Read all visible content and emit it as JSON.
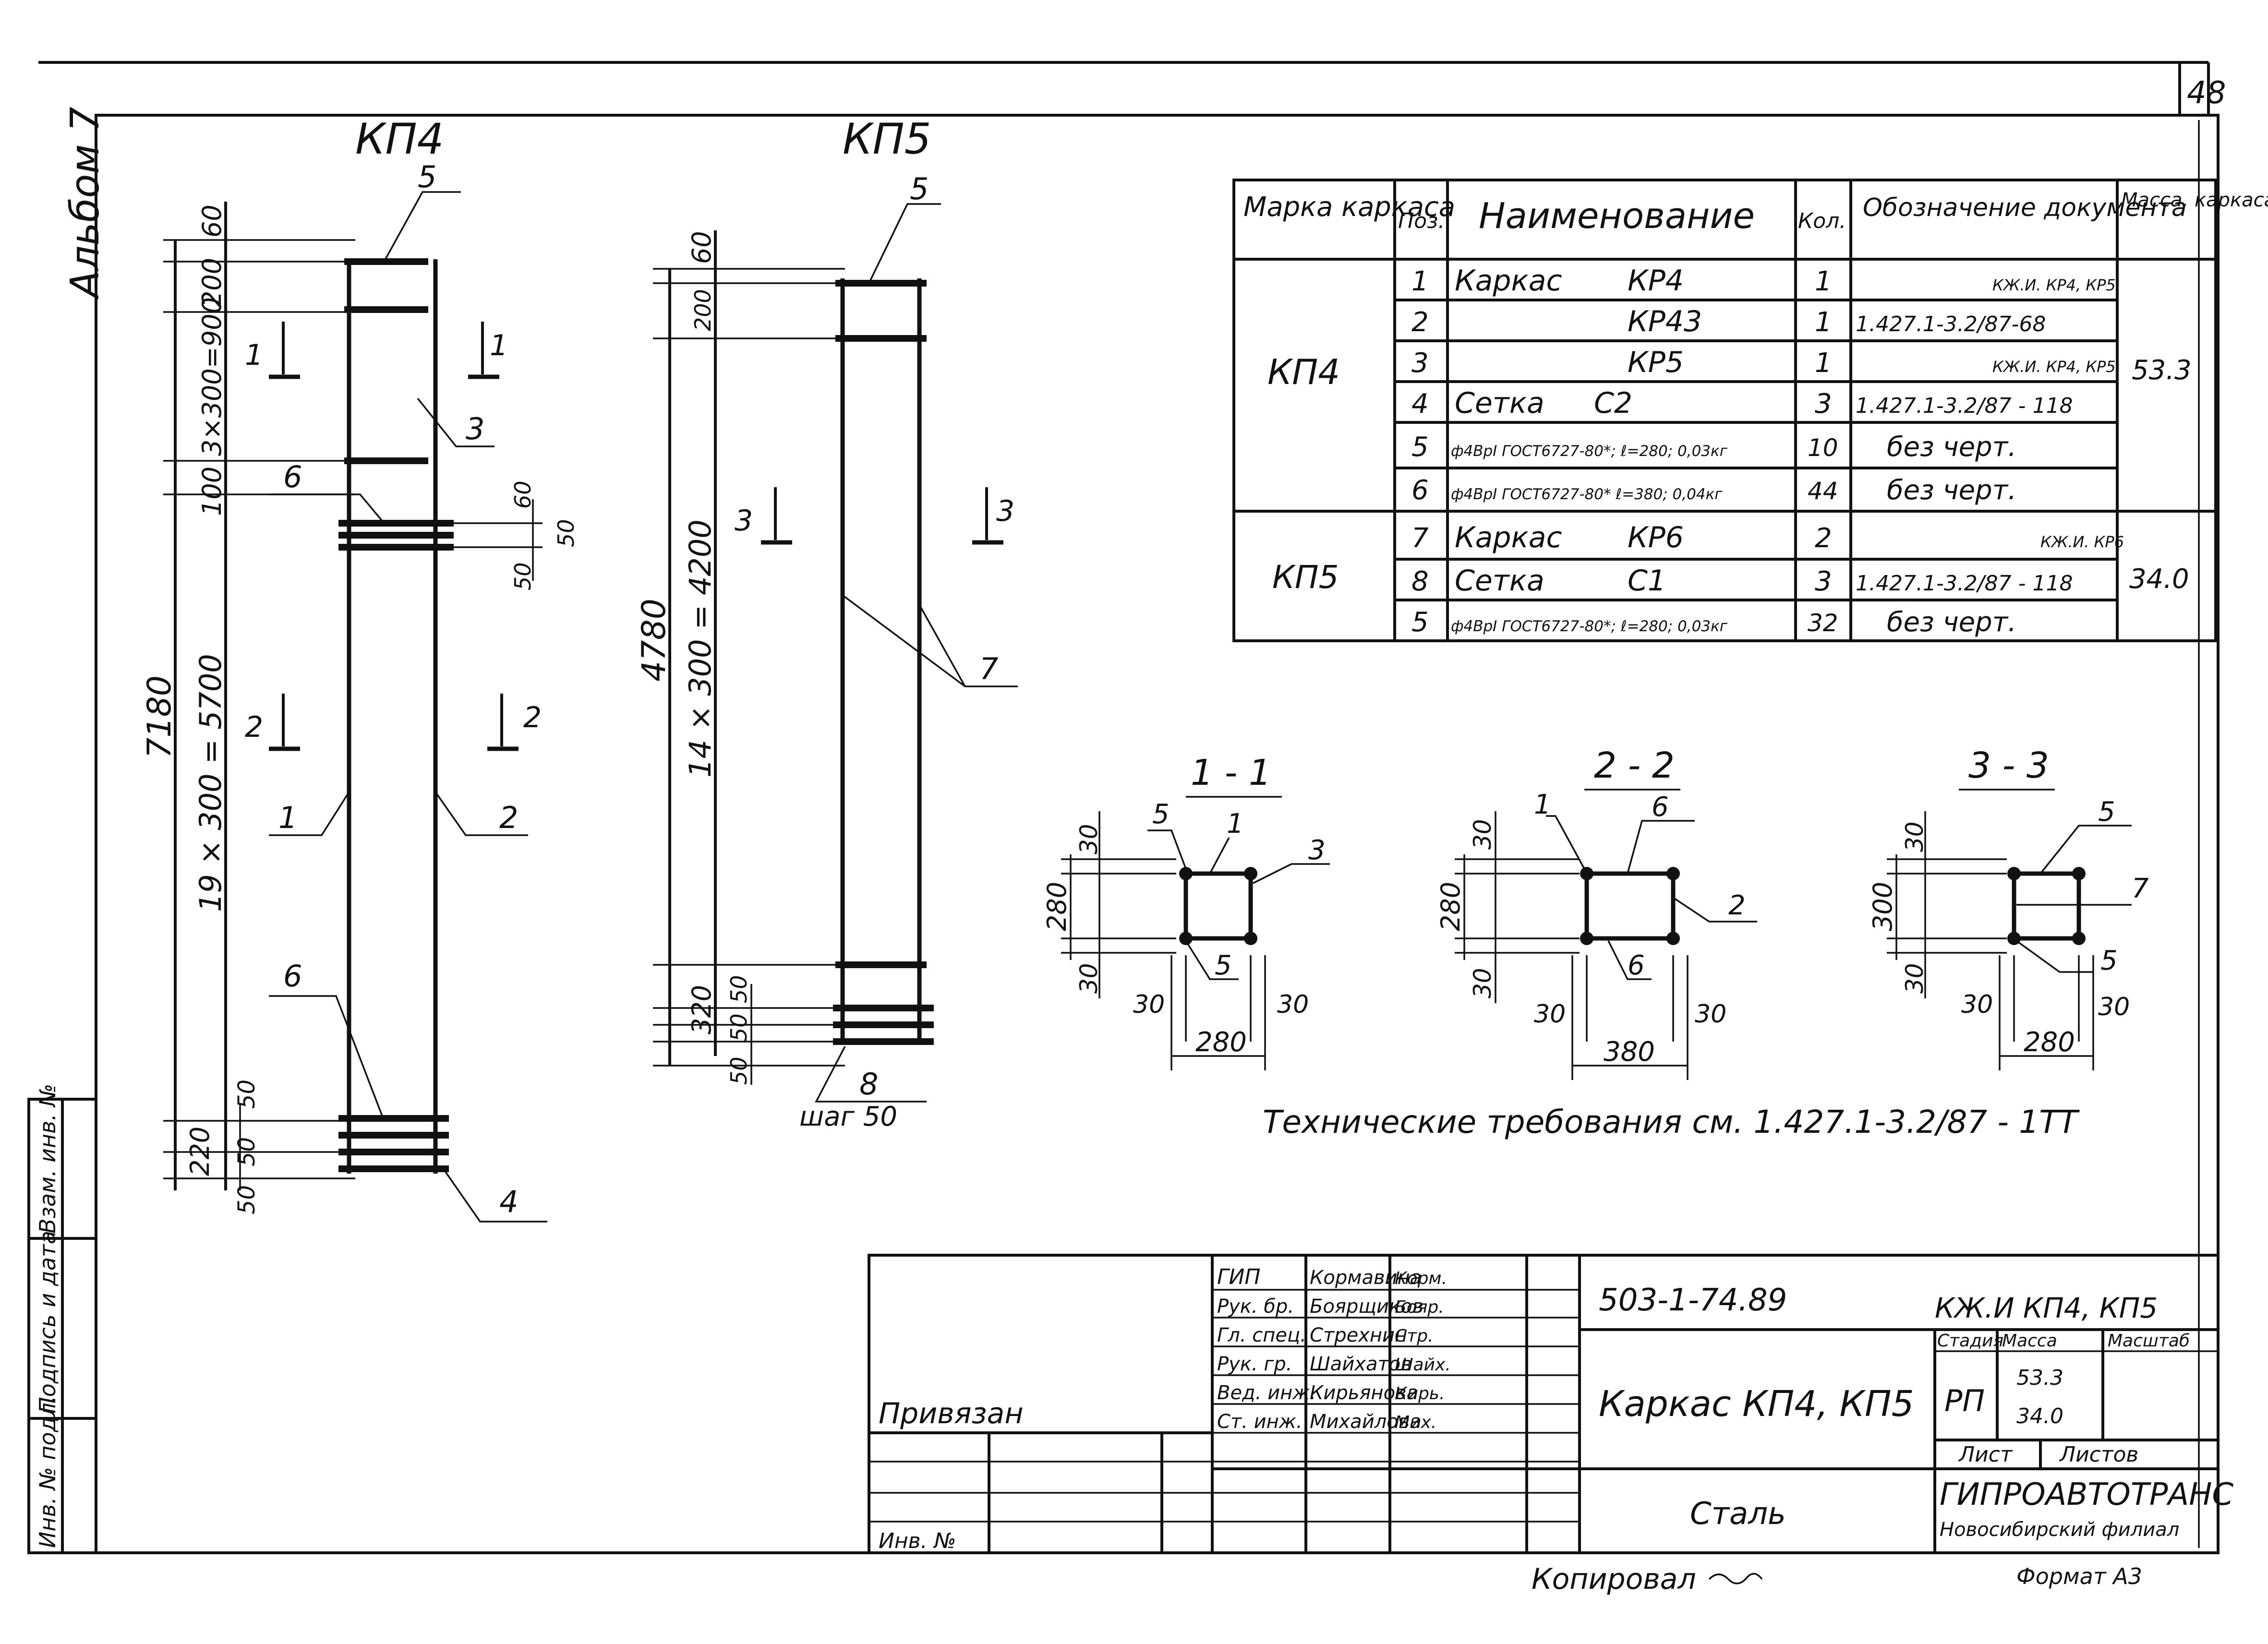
{
  "sheet": {
    "number": "48",
    "album": "Альбом 7",
    "copied": "Копировал",
    "format": "Формат А3",
    "tech_req": "Технические требования см. 1.427.1-3.2/87 - 1ТТ"
  },
  "kp4": {
    "title": "КП4",
    "dims": [
      "60",
      "200",
      "3×300=900",
      "100",
      "19 × 300 = 5700",
      "220",
      "50",
      "50",
      "50"
    ],
    "total": "7180",
    "side_dims": [
      "60",
      "50",
      "50"
    ],
    "callouts": [
      "5",
      "3",
      "6",
      "6",
      "1",
      "2",
      "4"
    ],
    "sections": [
      "1",
      "1",
      "2",
      "2"
    ]
  },
  "kp5": {
    "title": "КП5",
    "dims": [
      "60",
      "200",
      "14 × 300 = 4200",
      "320",
      "50",
      "50",
      "50"
    ],
    "total": "4780",
    "callouts": [
      "5",
      "7",
      "8"
    ],
    "step": "шаг 50",
    "sections": [
      "3",
      "3"
    ]
  },
  "spec_table": {
    "headers": [
      "Марка каркаса",
      "Поз.",
      "Наименование",
      "Кол.",
      "Обозначение документа",
      "Масса, каркаса кг"
    ],
    "groups": [
      {
        "mark": "КП4",
        "mass": "53.3",
        "rows": [
          {
            "pos": "1",
            "name": "Каркас",
            "name2": "КР4",
            "qty": "1",
            "doc": "КЖ.И. КР4, КР5"
          },
          {
            "pos": "2",
            "name": "",
            "name2": "КР43",
            "qty": "1",
            "doc": "1.427.1-3.2/87-68"
          },
          {
            "pos": "3",
            "name": "",
            "name2": "КР5",
            "qty": "1",
            "doc": "КЖ.И. КР4, КР5"
          },
          {
            "pos": "4",
            "name": "Сетка",
            "name2": "С2",
            "qty": "3",
            "doc": "1.427.1-3.2/87 - 118"
          },
          {
            "pos": "5",
            "name": "ф4ВрI ГОСТ6727-80*; ℓ=280; 0,03кг",
            "name2": "",
            "qty": "10",
            "doc": "без черт."
          },
          {
            "pos": "6",
            "name": "ф4ВрI ГОСТ6727-80* ℓ=380; 0,04кг",
            "name2": "",
            "qty": "44",
            "doc": "без черт."
          }
        ]
      },
      {
        "mark": "КП5",
        "mass": "34.0",
        "rows": [
          {
            "pos": "7",
            "name": "Каркас",
            "name2": "КР6",
            "qty": "2",
            "doc": "КЖ.И. КР6"
          },
          {
            "pos": "8",
            "name": "Сетка",
            "name2": "С1",
            "qty": "3",
            "doc": "1.427.1-3.2/87 - 118"
          },
          {
            "pos": "5",
            "name": "ф4ВрI ГОСТ6727-80*; ℓ=280; 0,03кг",
            "name2": "",
            "qty": "32",
            "doc": "без черт."
          }
        ]
      }
    ]
  },
  "cross_sections": [
    {
      "title": "1 - 1",
      "h": "280",
      "w": "280",
      "top": "30",
      "bot": "30",
      "left": "30",
      "right": "30",
      "callouts": [
        "5",
        "1",
        "3",
        "5"
      ]
    },
    {
      "title": "2 - 2",
      "h": "280",
      "w": "380",
      "top": "30",
      "bot": "30",
      "left": "30",
      "right": "30",
      "callouts": [
        "1",
        "6",
        "2",
        "6"
      ]
    },
    {
      "title": "3 - 3",
      "h": "300",
      "w": "280",
      "top": "30",
      "bot": "30",
      "left": "30",
      "right": "30",
      "callouts": [
        "5",
        "7",
        "5"
      ]
    }
  ],
  "title_block": {
    "code": "503-1-74.89",
    "sheet_code": "КЖ.И КП4, КП5",
    "drawing_name": "Каркас КП4, КП5",
    "material": "Сталь",
    "bound": "Привязан",
    "inv_no": "Инв. №",
    "stage_label": "Стадия",
    "mass_label": "Масса",
    "scale_label": "Масштаб",
    "stage": "РП",
    "masses": [
      "53.3",
      "34.0"
    ],
    "sheet_label": "Лист",
    "sheets_label": "Листов",
    "org": "ГИПРОАВТОТРАНС",
    "branch": "Новосибирский филиал",
    "roles": [
      {
        "role": "ГИП",
        "name": "Кормавина",
        "sign": "Корм."
      },
      {
        "role": "Рук. бр.",
        "name": "Боярщиков",
        "sign": "Бояр."
      },
      {
        "role": "Гл. спец.",
        "name": "Стрехнин",
        "sign": "Стр."
      },
      {
        "role": "Рук. гр.",
        "name": "Шайхатов",
        "sign": "Шайх."
      },
      {
        "role": "Вед. инж.",
        "name": "Кирьянова",
        "sign": "Кирь."
      },
      {
        "role": "Ст. инж.",
        "name": "Михайлова",
        "sign": "Мих."
      }
    ]
  },
  "side_stamp": [
    "Инв. № подл.",
    "Подпись и дата",
    "Взам. инв. №"
  ]
}
